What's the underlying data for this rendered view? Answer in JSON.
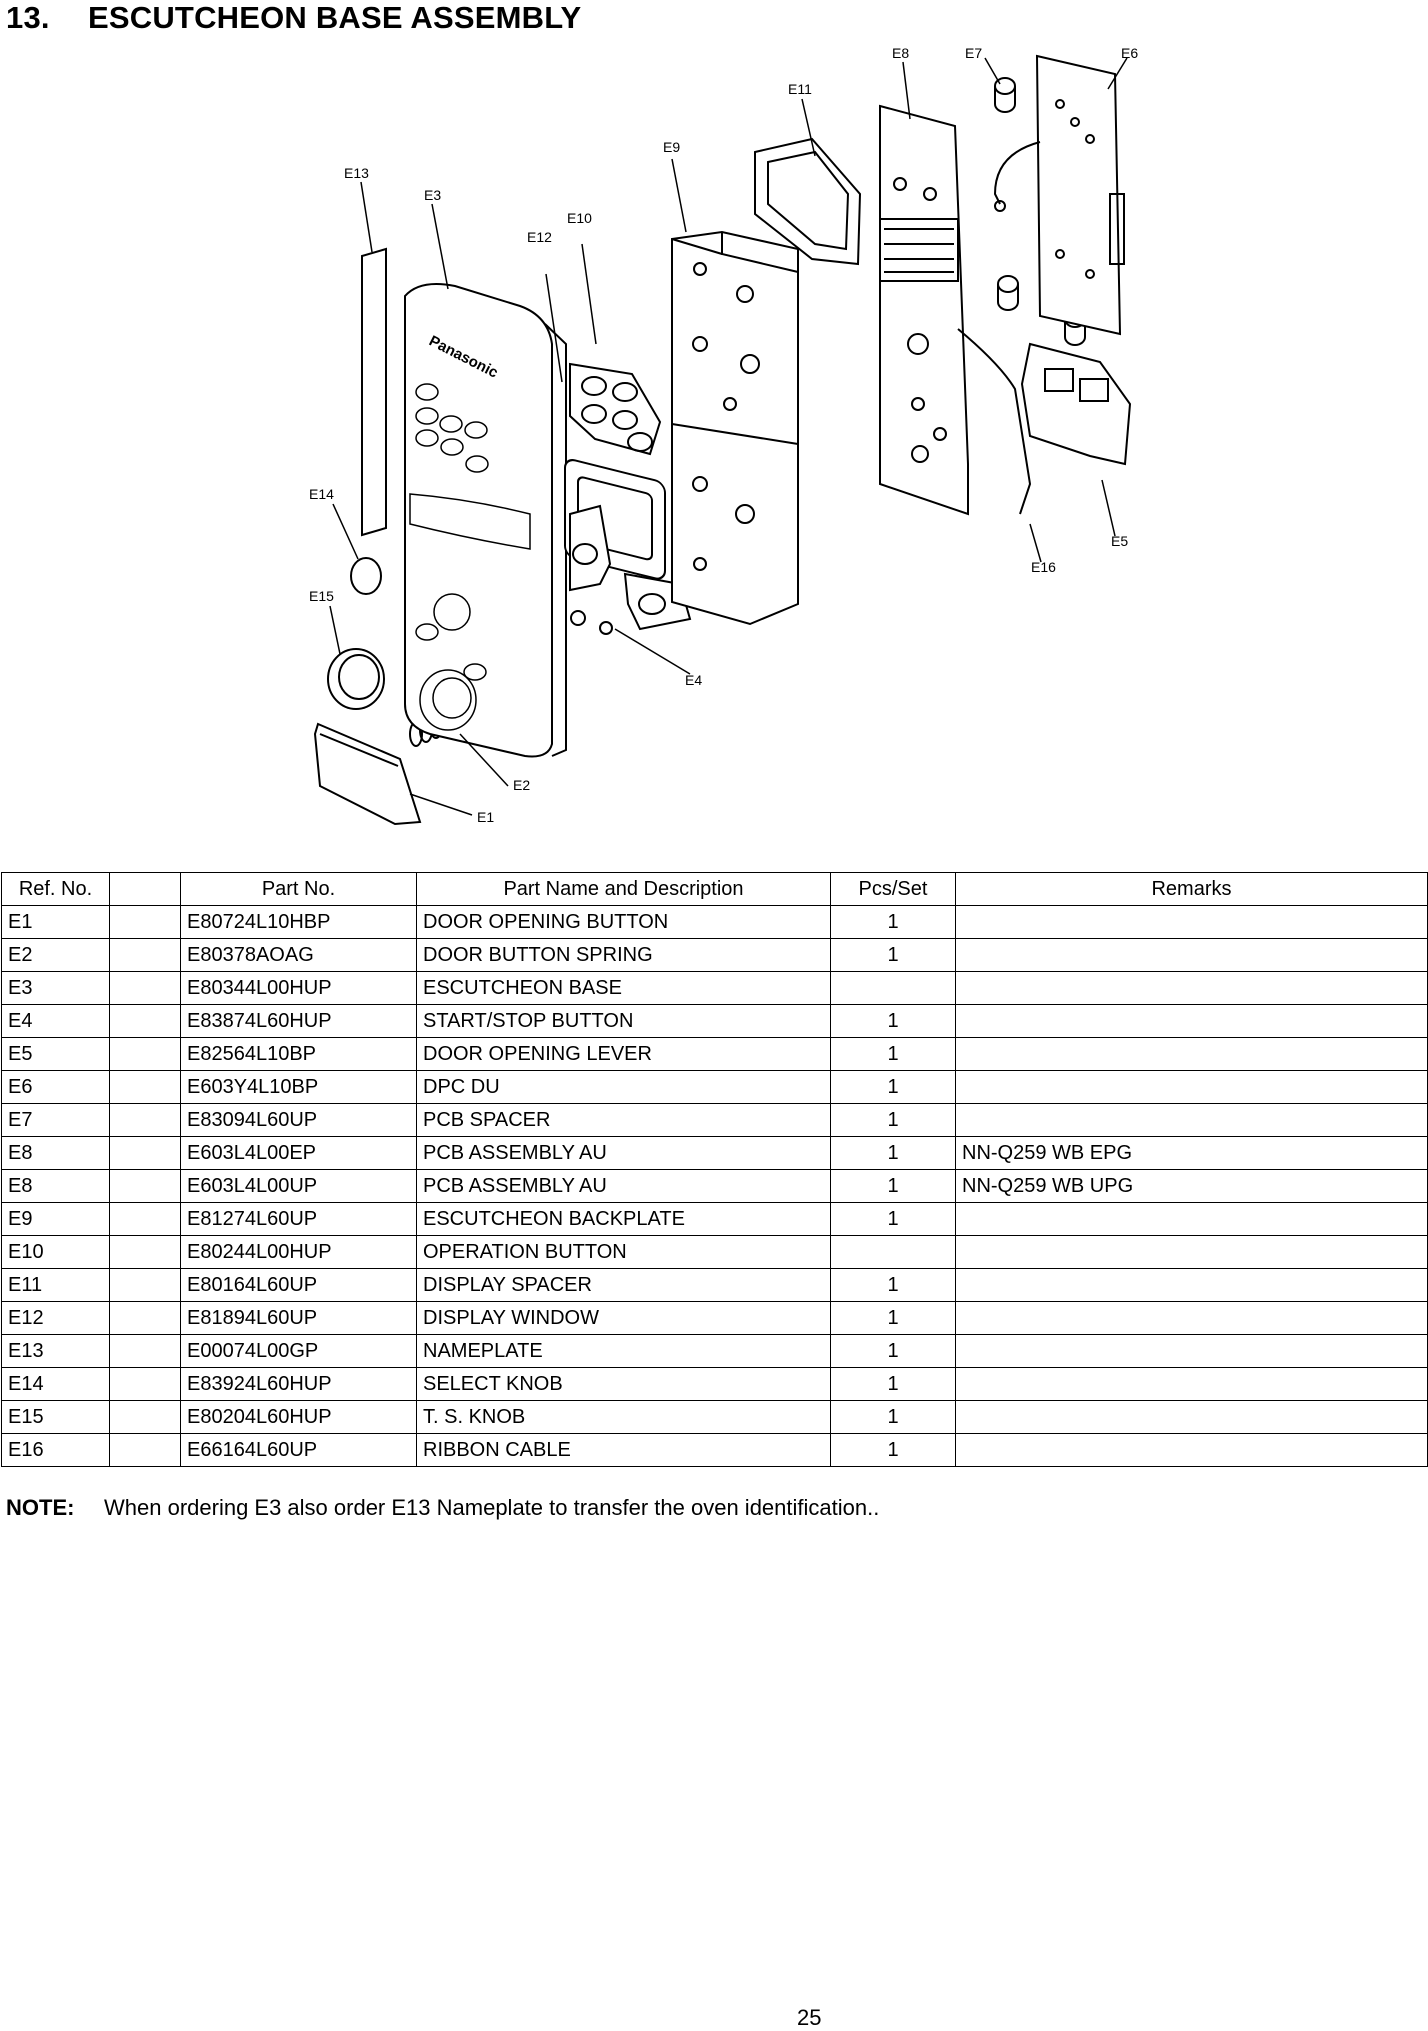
{
  "header": {
    "section_number": "13.",
    "title": "ESCUTCHEON BASE ASSEMBLY"
  },
  "diagram": {
    "callouts": [
      "E1",
      "E2",
      "E3",
      "E4",
      "E5",
      "E6",
      "E7",
      "E8",
      "E9",
      "E10",
      "E11",
      "E12",
      "E13",
      "E14",
      "E15",
      "E16"
    ],
    "brand_text": "Panasonic"
  },
  "table": {
    "columns": [
      "Ref. No.",
      "",
      "Part No.",
      "Part Name and Description",
      "Pcs/Set",
      "Remarks"
    ],
    "rows": [
      {
        "ref": "E1",
        "part": "E80724L10HBP",
        "desc": "DOOR OPENING BUTTON",
        "pcs": "1",
        "remarks": ""
      },
      {
        "ref": "E2",
        "part": "E80378AOAG",
        "desc": "DOOR BUTTON SPRING",
        "pcs": "1",
        "remarks": ""
      },
      {
        "ref": "E3",
        "part": "E80344L00HUP",
        "desc": "ESCUTCHEON BASE",
        "pcs": "",
        "remarks": ""
      },
      {
        "ref": "E4",
        "part": "E83874L60HUP",
        "desc": "START/STOP BUTTON",
        "pcs": "1",
        "remarks": ""
      },
      {
        "ref": "E5",
        "part": "E82564L10BP",
        "desc": "DOOR OPENING LEVER",
        "pcs": "1",
        "remarks": ""
      },
      {
        "ref": "E6",
        "part": "E603Y4L10BP",
        "desc": "DPC  DU",
        "pcs": "1",
        "remarks": ""
      },
      {
        "ref": "E7",
        "part": "E83094L60UP",
        "desc": "PCB SPACER",
        "pcs": "1",
        "remarks": ""
      },
      {
        "ref": "E8",
        "part": "E603L4L00EP",
        "desc": "PCB ASSEMBLY AU",
        "pcs": "1",
        "remarks": "NN-Q259 WB EPG"
      },
      {
        "ref": "E8",
        "part": "E603L4L00UP",
        "desc": "PCB ASSEMBLY AU",
        "pcs": "1",
        "remarks": "NN-Q259 WB UPG"
      },
      {
        "ref": "E9",
        "part": "E81274L60UP",
        "desc": "ESCUTCHEON BACKPLATE",
        "pcs": "1",
        "remarks": ""
      },
      {
        "ref": "E10",
        "part": "E80244L00HUP",
        "desc": "OPERATION BUTTON",
        "pcs": "",
        "remarks": ""
      },
      {
        "ref": "E11",
        "part": "E80164L60UP",
        "desc": "DISPLAY SPACER",
        "pcs": "1",
        "remarks": ""
      },
      {
        "ref": "E12",
        "part": "E81894L60UP",
        "desc": "DISPLAY WINDOW",
        "pcs": "1",
        "remarks": ""
      },
      {
        "ref": "E13",
        "part": "E00074L00GP",
        "desc": "NAMEPLATE",
        "pcs": "1",
        "remarks": ""
      },
      {
        "ref": "E14",
        "part": "E83924L60HUP",
        "desc": "SELECT KNOB",
        "pcs": "1",
        "remarks": ""
      },
      {
        "ref": "E15",
        "part": "E80204L60HUP",
        "desc": "T. S. KNOB",
        "pcs": "1",
        "remarks": ""
      },
      {
        "ref": "E16",
        "part": "E66164L60UP",
        "desc": "RIBBON CABLE",
        "pcs": "1",
        "remarks": ""
      }
    ]
  },
  "note": {
    "label": "NOTE:",
    "text": "When ordering E3 also order E13 Nameplate to transfer the oven identification.."
  },
  "page_number": "25"
}
